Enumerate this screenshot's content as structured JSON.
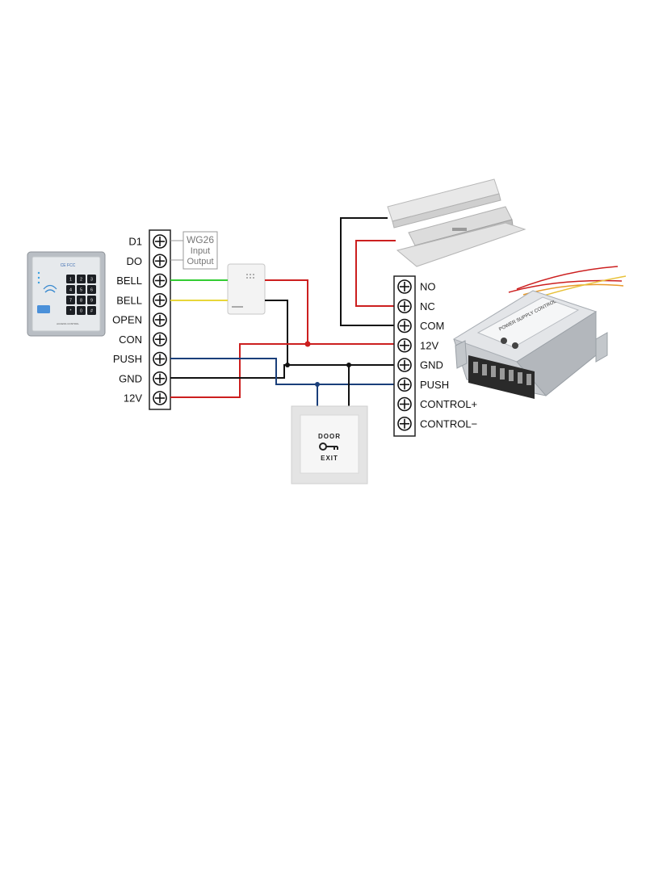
{
  "left_block": {
    "terminals": [
      "D1",
      "DO",
      "BELL",
      "BELL",
      "OPEN",
      "CON",
      "PUSH",
      "GND",
      "12V"
    ]
  },
  "right_block": {
    "terminals": [
      "NO",
      "NC",
      "COM",
      "12V",
      "GND",
      "PUSH",
      "CONTROL+",
      "CONTROL−"
    ]
  },
  "wg26": {
    "title": "WG26",
    "lines": [
      "Input",
      "Output"
    ]
  },
  "exit_button": {
    "line1": "DOOR",
    "line2": "EXIT"
  },
  "keypad": {
    "brand": "CE FCC",
    "footer": "ACCESS CONTROL",
    "keys": [
      "1",
      "2",
      "3",
      "4",
      "5",
      "6",
      "7",
      "8",
      "9",
      "*",
      "0",
      "#"
    ]
  },
  "power_supply": {
    "label": "POWER SUPPLY CONTROL"
  },
  "colors": {
    "red_wire": "#cc1f1f",
    "black_wire": "#111111",
    "blue_wire": "#1a3f7a",
    "green_wire": "#33cc33",
    "yellow_wire": "#e8d63a"
  }
}
